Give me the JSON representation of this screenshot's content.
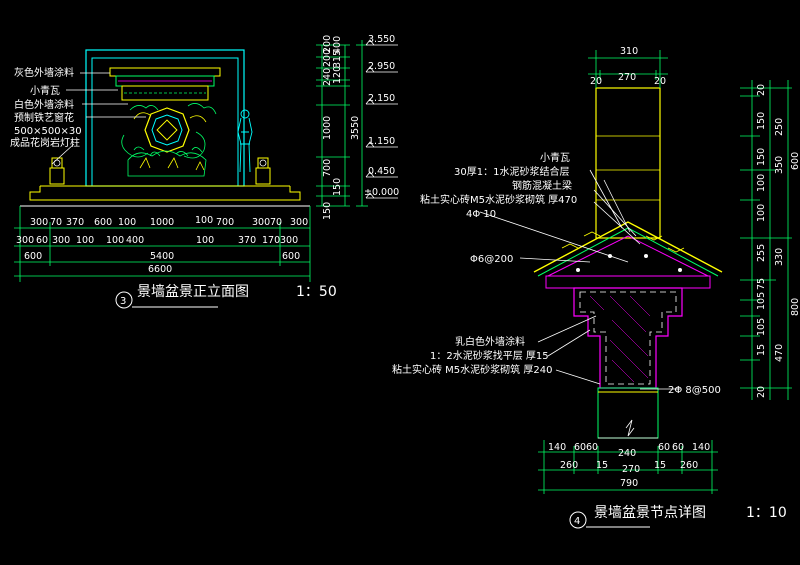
{
  "left": {
    "labels": [
      "灰色外墙涂料",
      "小青瓦",
      "白色外墙涂料",
      "预制铁艺窗花",
      "500×500×30",
      "成品花岗岩灯柱"
    ],
    "right_dims": [
      "200",
      "200",
      "240",
      "120",
      "315",
      "400",
      "1000",
      "700",
      "150",
      "150"
    ],
    "total_height": "3550",
    "elevations": [
      "3.550",
      "2.950",
      "2.150",
      "1.150",
      "0.450",
      "±0.000"
    ],
    "bottom_row1": [
      "300",
      "70",
      "370",
      "600",
      "100",
      "1000",
      "100",
      "700",
      "300",
      "70",
      "300"
    ],
    "bottom_row2": [
      "300",
      "60",
      "300",
      "100",
      "100",
      "400",
      "100",
      "370",
      "170",
      "300"
    ],
    "bottom_row3": [
      "600",
      "5400",
      "600"
    ],
    "bottom_total": "6600",
    "title_num": "3",
    "title": "景墙盆景正立面图",
    "scale": "1：50"
  },
  "right": {
    "top_dims": [
      "310",
      "20",
      "270",
      "20"
    ],
    "labels_top": [
      "小青瓦",
      "30厚1：1水泥砂浆结合层",
      "钢筋混凝土梁",
      "粘土实心砖M5水泥砂浆砌筑 厚470",
      "4Φ 10",
      "Φ6@200"
    ],
    "labels_bottom": [
      "乳白色外墙涂料",
      "1：2水泥砂浆找平层 厚15",
      "粘土实心砖 M5水泥砂浆砌筑 厚240",
      "2Φ 8@500"
    ],
    "side_dims_inner": [
      "20",
      "150",
      "150",
      "100",
      "100",
      "255",
      "75",
      "105",
      "105",
      "15",
      "20"
    ],
    "side_dims_outer": [
      "250",
      "350",
      "600",
      "330",
      "800",
      "470"
    ],
    "bottom_row1": [
      "140",
      "60",
      "60",
      "240",
      "60",
      "60",
      "140"
    ],
    "bottom_row2": [
      "260",
      "15",
      "270",
      "15",
      "260"
    ],
    "bottom_total": "790",
    "title_num": "4",
    "title": "景墙盆景节点详图",
    "scale": "1：10"
  }
}
